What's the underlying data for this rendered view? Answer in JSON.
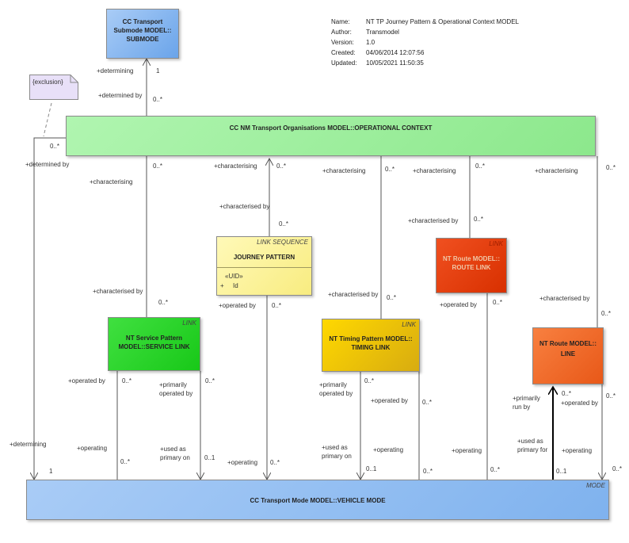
{
  "meta": {
    "name_key": "Name:",
    "name_val": "NT TP Journey Pattern & Operational Context  MODEL",
    "author_key": "Author:",
    "author_val": "Transmodel",
    "version_key": "Version:",
    "version_val": "1.0",
    "created_key": "Created:",
    "created_val": "04/06/2014 12:07:56",
    "updated_key": "Updated:",
    "updated_val": "10/05/2021 11:50:35"
  },
  "boxes": {
    "submode": {
      "line1": "CC Transport",
      "line2": "Submode MODEL::",
      "line3": "SUBMODE",
      "color": "#7fb2ee"
    },
    "operational_context": {
      "title": "CC NM Transport Organisations MODEL::OPERATIONAL CONTEXT",
      "color": "#9cf09c"
    },
    "journey_pattern": {
      "stereotype": "LINK SEQUENCE",
      "title": "JOURNEY PATTERN",
      "attr_uid": "«UID»",
      "attr_plus": "+",
      "attr_id": "Id",
      "color": "#fff59a"
    },
    "service_link": {
      "stereotype": "LINK",
      "line1": "NT Service Pattern",
      "line2": "MODEL::SERVICE LINK",
      "color": "#22d622"
    },
    "timing_link": {
      "stereotype": "LINK",
      "line1": "NT Timing Pattern MODEL::",
      "line2": "TIMING LINK",
      "color": "#f0c000"
    },
    "route_link": {
      "stereotype": "LINK",
      "line1": "NT Route MODEL::",
      "line2": "ROUTE LINK",
      "color": "#e43c0c"
    },
    "line": {
      "line1": "NT Route MODEL::",
      "line2": "LINE",
      "color": "#f06020"
    },
    "vehicle_mode": {
      "stereotype": "MODE",
      "title": "CC Transport Mode MODEL::VEHICLE MODE",
      "color": "#7fb2ee"
    }
  },
  "note": {
    "text": "{exclusion}"
  },
  "labels": {
    "determining_top": "+determining",
    "mult_one_top": "1",
    "determined_by_top": "+determined by",
    "mult_oc_top": "0..*",
    "mult_left_oc": "0..*",
    "determined_by_left": "+determined by",
    "determining_left": "+determining",
    "mult_one_left": "1",
    "c1_mult": "0..*",
    "c1_role": "+characterising",
    "c1_char": "+characterised by",
    "c1_char_mult": "0..*",
    "c2_role": "+characterising",
    "c2_mult": "0..*",
    "c2_char": "+characterised by",
    "c2_char_mult": "0..*",
    "c3_role": "+characterising",
    "c3_mult": "0..*",
    "c3_char": "+characterised by",
    "c3_char_mult": "0..*",
    "c4_role": "+characterising",
    "c4_mult": "0..*",
    "c4_char": "+characterised by",
    "c4_char_mult": "0..*",
    "c5_role": "+characterising",
    "c5_mult": "0..*",
    "c5_char": "+characterised by",
    "c5_char_mult": "0..*",
    "sl_operated_by": "+operated by",
    "sl_op_mult": "0..*",
    "sl_operating": "+operating",
    "sl_operating_mult": "0..*",
    "sl_primarily": "+primarily",
    "sl_operated_by2": "operated by",
    "sl_prim_mult": "0..*",
    "sl_used_as": "+used as",
    "sl_primary_on": "primary on",
    "sl_used_mult": "0..1",
    "jp_operated_by": "+operated by",
    "jp_op_mult": "0..*",
    "jp_operating": "+operating",
    "jp_operating_mult": "0..*",
    "tl_primarily": "+primarily",
    "tl_operated_by": "operated by",
    "tl_prim_mult": "0..*",
    "tl_used_as": "+used as",
    "tl_primary_on": "primary on",
    "tl_used_mult": "0..1",
    "tl_operated_by_r": "+operated by",
    "tl_op_mult_r": "0..*",
    "tl_operating": "+operating",
    "tl_operating_mult": "0..*",
    "rl_operated_by": "+operated by",
    "rl_op_mult": "0..*",
    "rl_operating": "+operating",
    "rl_operating_mult": "0..*",
    "ln_primarily": "+primarily",
    "ln_run_by": "run by",
    "ln_prim_mult": "0..*",
    "ln_used_as": "+used as",
    "ln_primary_for": "primary for",
    "ln_used_mult": "0..1",
    "ln_operated_by": "+operated by",
    "ln_op_mult": "0..*",
    "ln_operating": "+operating",
    "ln_operating_mult": "0..*"
  }
}
